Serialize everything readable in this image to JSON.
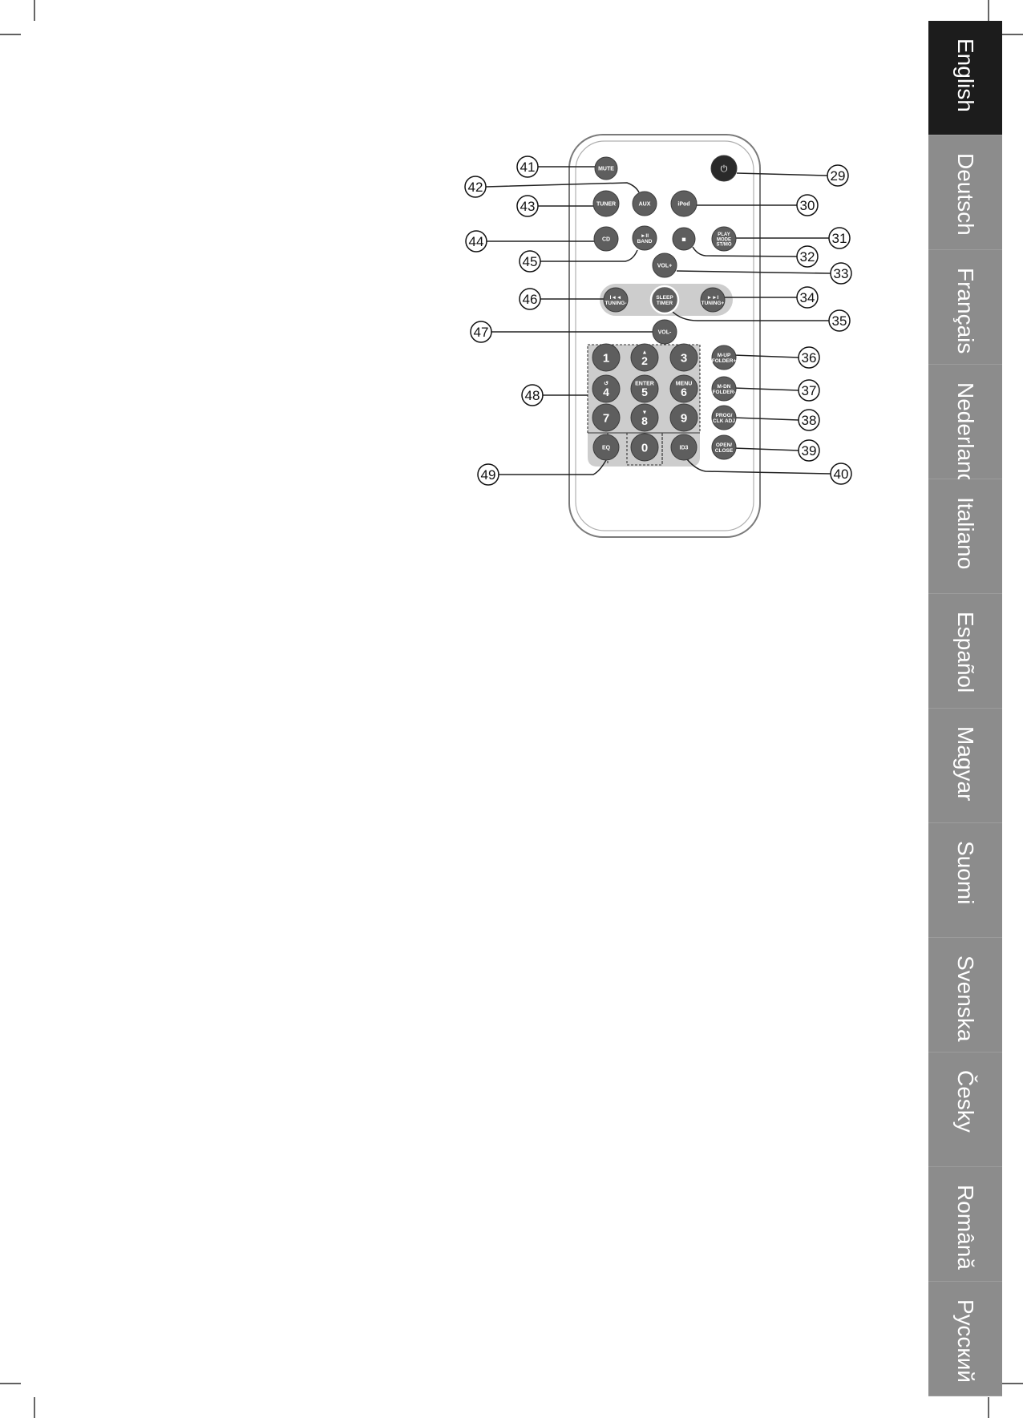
{
  "remote": {
    "power_symbol": "⏻",
    "buttons": [
      {
        "id": "mute",
        "lines": [
          "MUTE"
        ]
      },
      {
        "id": "power",
        "lines": [
          ""
        ]
      },
      {
        "id": "aux",
        "lines": [
          "AUX"
        ]
      },
      {
        "id": "tuner",
        "lines": [
          "TUNER"
        ]
      },
      {
        "id": "ipod",
        "lines": [
          "iPod"
        ]
      },
      {
        "id": "cd",
        "lines": [
          "CD"
        ]
      },
      {
        "id": "play-band",
        "lines": [
          "►II",
          "BAND"
        ]
      },
      {
        "id": "stop",
        "lines": [
          "■"
        ]
      },
      {
        "id": "play-mode",
        "lines": [
          "PLAY",
          "MODE",
          "ST/MO"
        ]
      },
      {
        "id": "vol-up",
        "lines": [
          "VOL+"
        ]
      },
      {
        "id": "prev-tuning",
        "lines": [
          "I◄◄",
          "TUNING-"
        ]
      },
      {
        "id": "sleep-timer",
        "lines": [
          "SLEEP",
          "TIMER"
        ]
      },
      {
        "id": "next-tuning",
        "lines": [
          "►►I",
          "TUNING+"
        ]
      },
      {
        "id": "vol-down",
        "lines": [
          "VOL-"
        ]
      },
      {
        "id": "num-1",
        "lines": [
          "1"
        ]
      },
      {
        "id": "num-2",
        "lines": [
          "▲",
          "2"
        ]
      },
      {
        "id": "num-3",
        "lines": [
          "3"
        ]
      },
      {
        "id": "m-up-folder",
        "lines": [
          "M-UP",
          "FOLDER+"
        ]
      },
      {
        "id": "num-4",
        "lines": [
          "↺",
          "4"
        ]
      },
      {
        "id": "num-5",
        "lines": [
          "ENTER",
          "5"
        ]
      },
      {
        "id": "num-6",
        "lines": [
          "MENU",
          "6"
        ]
      },
      {
        "id": "m-dn-folder",
        "lines": [
          "M-DN",
          "FOLDER-"
        ]
      },
      {
        "id": "num-7",
        "lines": [
          "7"
        ]
      },
      {
        "id": "num-8",
        "lines": [
          "▼",
          "8"
        ]
      },
      {
        "id": "num-9",
        "lines": [
          "9"
        ]
      },
      {
        "id": "prog-clk-adj",
        "lines": [
          "PROG/",
          "CLK ADJ"
        ]
      },
      {
        "id": "eq",
        "lines": [
          "EQ"
        ]
      },
      {
        "id": "num-0",
        "lines": [
          "0"
        ]
      },
      {
        "id": "id3",
        "lines": [
          "ID3"
        ]
      },
      {
        "id": "open-close",
        "lines": [
          "OPEN/",
          "CLOSE"
        ]
      }
    ],
    "callouts": [
      "41",
      "42",
      "43",
      "44",
      "45",
      "46",
      "47",
      "48",
      "49",
      "29",
      "30",
      "31",
      "32",
      "33",
      "34",
      "35",
      "36",
      "37",
      "38",
      "39",
      "40"
    ]
  },
  "languages": {
    "active": "English",
    "items": [
      "English",
      "Deutsch",
      "Français",
      "Nederlands",
      "Italiano",
      "Español",
      "Magyar",
      "Suomi",
      "Svenska",
      "Česky",
      "Română",
      "Русский"
    ]
  }
}
